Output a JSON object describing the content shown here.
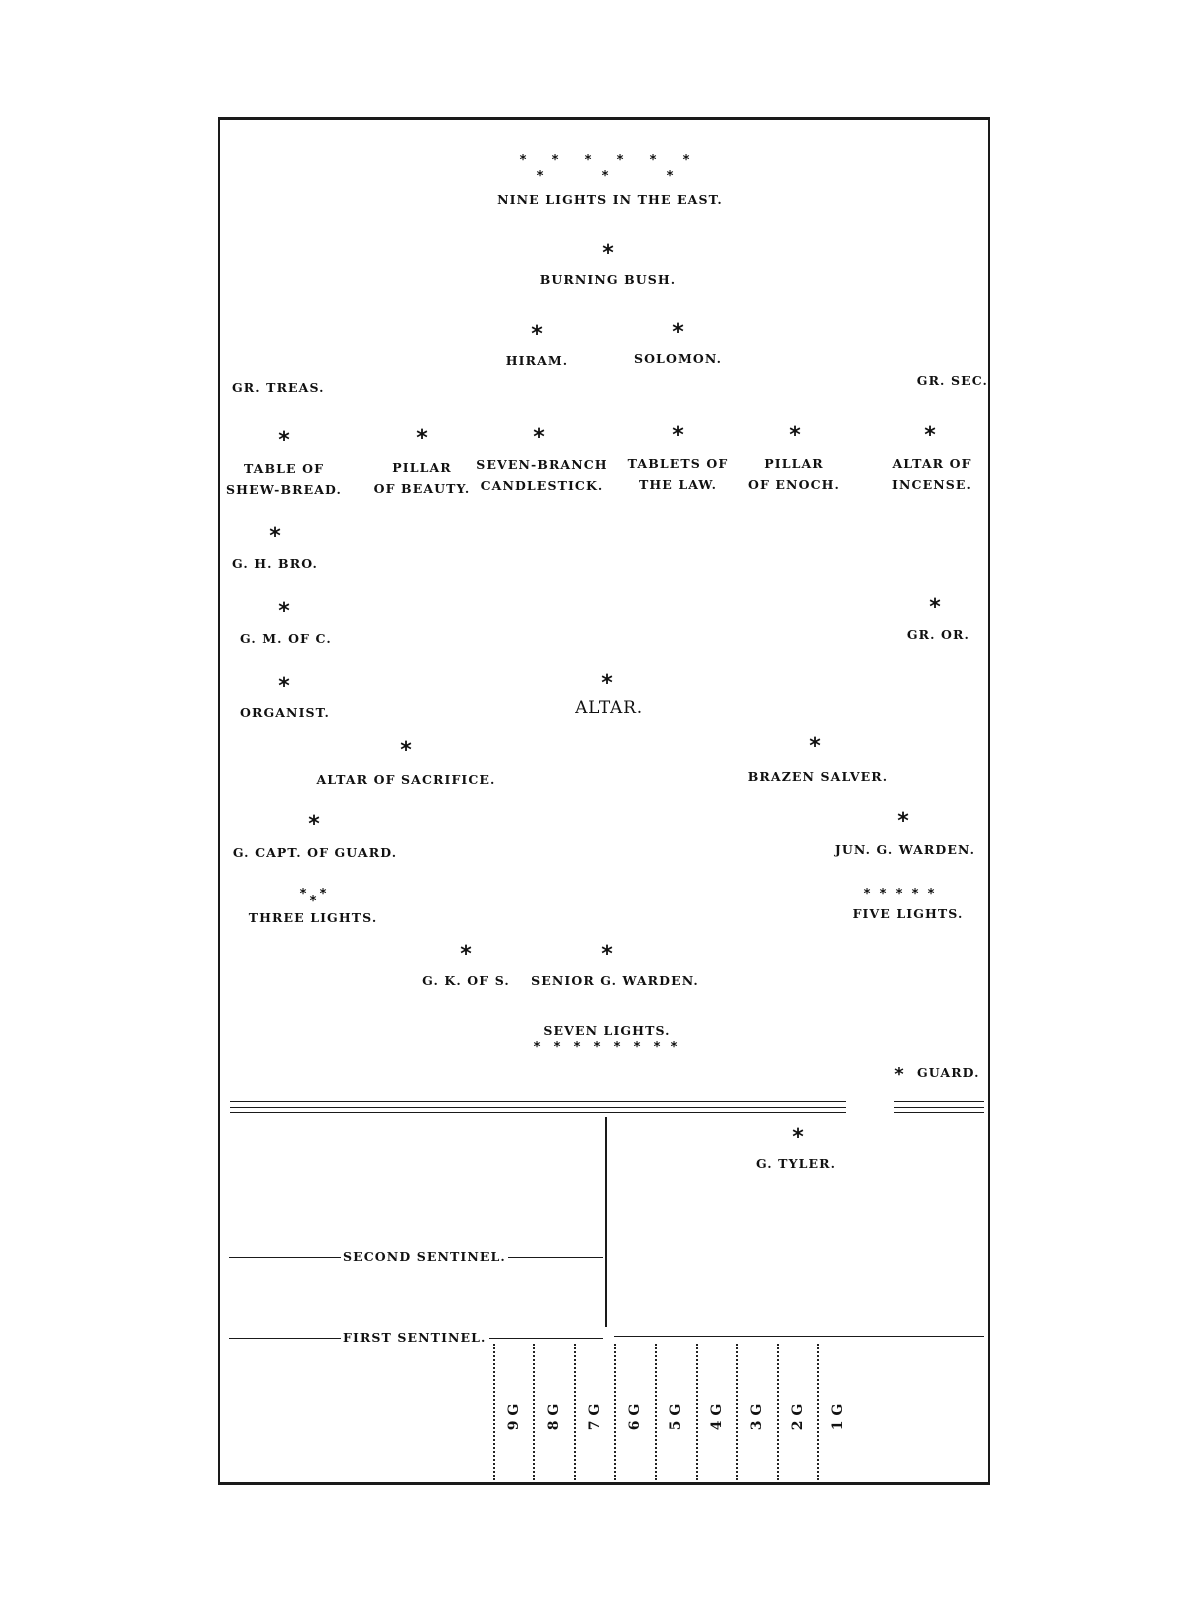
{
  "east": {
    "label": "NINE LIGHTS IN THE EAST."
  },
  "burning_bush": "BURNING BUSH.",
  "hiram": "HIRAM.",
  "solomon": "SOLOMON.",
  "gr_treas": "GR. TREAS.",
  "gr_sec": "GR. SEC.",
  "row_items": [
    {
      "line1": "TABLE OF",
      "line2": "SHEW-BREAD."
    },
    {
      "line1": "PILLAR",
      "line2": "OF BEAUTY."
    },
    {
      "line1": "SEVEN-BRANCH",
      "line2": "CANDLESTICK."
    },
    {
      "line1": "TABLETS OF",
      "line2": "THE LAW."
    },
    {
      "line1": "PILLAR",
      "line2": "OF ENOCH."
    },
    {
      "line1": "ALTAR OF",
      "line2": "INCENSE."
    }
  ],
  "g_h_bro": "G. H. BRO.",
  "g_m_of_c": "G. M. OF C.",
  "gr_or": "GR. OR.",
  "organist": "ORGANIST.",
  "altar": "ALTAR.",
  "altar_of_sacrifice": "ALTAR OF SACRIFICE.",
  "brazen_salver": "BRAZEN SALVER.",
  "g_capt_of_guard": "G. CAPT. OF GUARD.",
  "jun_g_warden": "JUN. G. WARDEN.",
  "three_lights": "THREE LIGHTS.",
  "five_lights": "FIVE LIGHTS.",
  "g_k_of_s": "G. K. OF S.",
  "senior_g_warden": "SENIOR G. WARDEN.",
  "seven_lights": "SEVEN LIGHTS.",
  "guard": "GUARD.",
  "g_tyler": "G. TYLER.",
  "second_sentinel": "SECOND SENTINEL.",
  "first_sentinel": "FIRST SENTINEL.",
  "guards": [
    "9 G",
    "8 G",
    "7 G",
    "6 G",
    "5 G",
    "4 G",
    "3 G",
    "2 G",
    "1 G"
  ]
}
